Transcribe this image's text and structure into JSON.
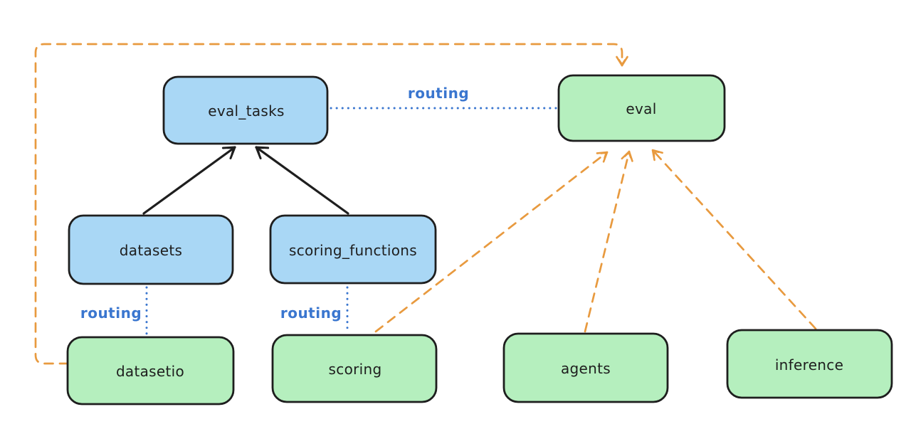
{
  "diagram": {
    "type": "flowchart",
    "background": "#ffffff",
    "colors": {
      "node_stroke": "#1e1e1e",
      "resource_node_fill": "#a9d7f5",
      "api_node_fill": "#b5efbe",
      "routing_label_blue": "#3a76cf",
      "solid_edge_black": "#1e1e1e",
      "dashed_edge_orange": "#e89a3f"
    },
    "nodes": [
      {
        "id": "eval_tasks",
        "label": "eval_tasks",
        "fill": "#a9d7f5"
      },
      {
        "id": "eval",
        "label": "eval",
        "fill": "#b5efbe"
      },
      {
        "id": "datasets",
        "label": "datasets",
        "fill": "#a9d7f5"
      },
      {
        "id": "scoring_functions",
        "label": "scoring_functions",
        "fill": "#a9d7f5"
      },
      {
        "id": "datasetio",
        "label": "datasetio",
        "fill": "#b5efbe"
      },
      {
        "id": "scoring",
        "label": "scoring",
        "fill": "#b5efbe"
      },
      {
        "id": "agents",
        "label": "agents",
        "fill": "#b5efbe"
      },
      {
        "id": "inference",
        "label": "inference",
        "fill": "#b5efbe"
      }
    ],
    "edges": [
      {
        "from": "datasets",
        "to": "eval_tasks",
        "style": "solid-arrow",
        "label": ""
      },
      {
        "from": "scoring_functions",
        "to": "eval_tasks",
        "style": "solid-arrow",
        "label": ""
      },
      {
        "from": "eval_tasks",
        "to": "eval",
        "style": "dotted",
        "label": "routing"
      },
      {
        "from": "datasets",
        "to": "datasetio",
        "style": "dotted",
        "label": "routing"
      },
      {
        "from": "scoring_functions",
        "to": "scoring",
        "style": "dotted",
        "label": "routing"
      },
      {
        "from": "datasetio",
        "to": "eval",
        "style": "dashed-arrow",
        "label": ""
      },
      {
        "from": "scoring",
        "to": "eval",
        "style": "dashed-arrow",
        "label": ""
      },
      {
        "from": "agents",
        "to": "eval",
        "style": "dashed-arrow",
        "label": ""
      },
      {
        "from": "inference",
        "to": "eval",
        "style": "dashed-arrow",
        "label": ""
      }
    ]
  }
}
